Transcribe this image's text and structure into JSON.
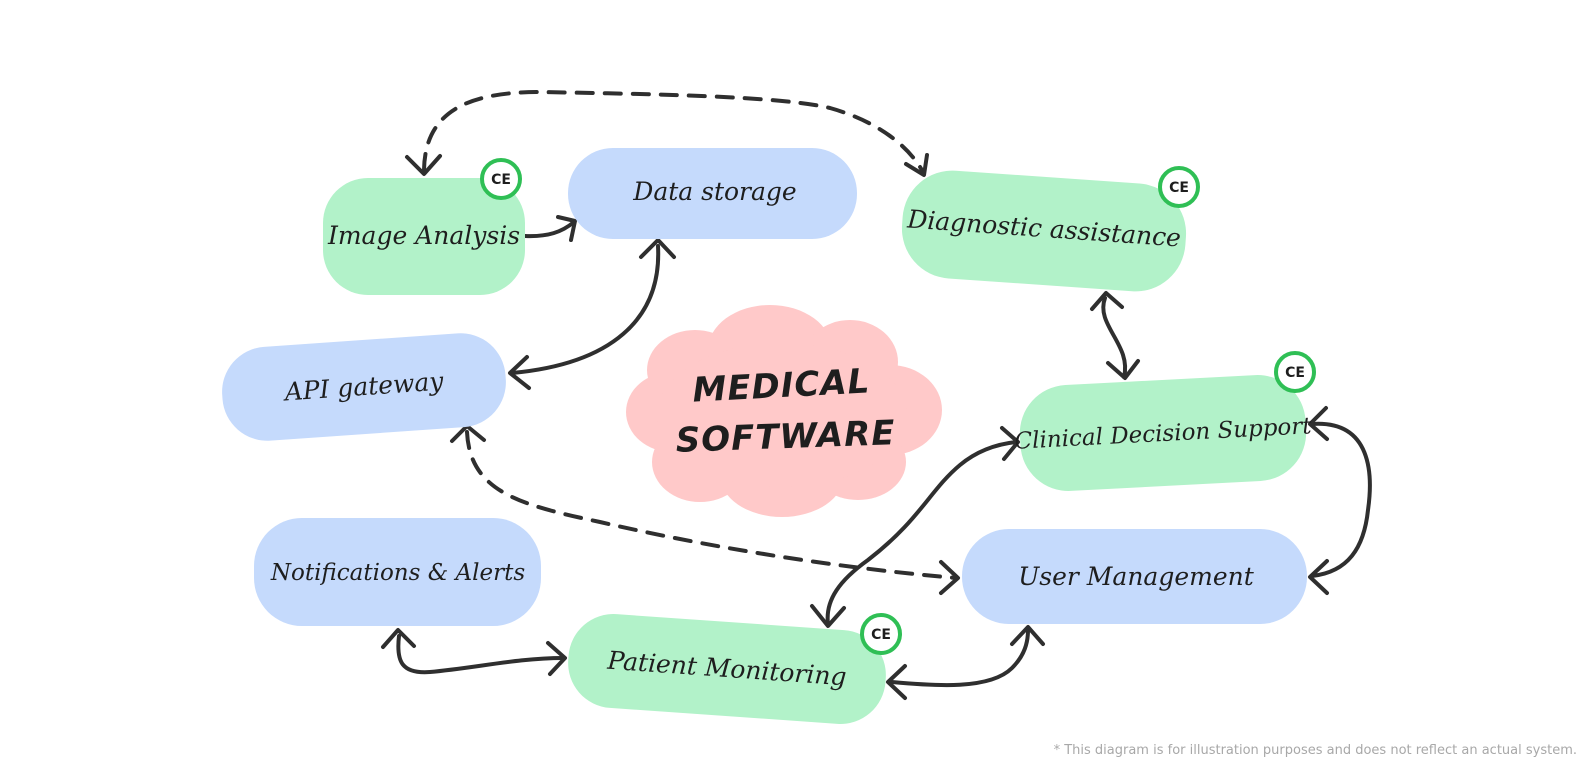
{
  "diagram": {
    "center": {
      "line1": "MEDICAL",
      "line2": "SOFTWARE",
      "color": "#ffc9c9"
    },
    "nodes": {
      "image_analysis": {
        "label": "Image Analysis",
        "color": "#b2f2c9",
        "ce_mark": true
      },
      "data_storage": {
        "label": "Data storage",
        "color": "#c5dafc",
        "ce_mark": false
      },
      "diagnostic_assistance": {
        "label": "Diagnostic assistance",
        "color": "#b2f2c9",
        "ce_mark": true
      },
      "api_gateway": {
        "label": "API gateway",
        "color": "#c5dafc",
        "ce_mark": false
      },
      "clinical_decision_support": {
        "label": "Clinical Decision Support",
        "color": "#b2f2c9",
        "ce_mark": true
      },
      "notifications_alerts": {
        "label": "Notifications & Alerts",
        "color": "#c5dafc",
        "ce_mark": false
      },
      "user_management": {
        "label": "User Management",
        "color": "#c5dafc",
        "ce_mark": false
      },
      "patient_monitoring": {
        "label": "Patient Monitoring",
        "color": "#b2f2c9",
        "ce_mark": true
      }
    },
    "ce_label": "CE",
    "ce_ring_color": "#2fbf55",
    "connector_color": "#2f2f2f",
    "connections": [
      {
        "from": "image_analysis",
        "to": "data_storage",
        "style": "solid",
        "direction": "forward"
      },
      {
        "from": "image_analysis",
        "to": "diagnostic_assistance",
        "style": "dashed",
        "direction": "both"
      },
      {
        "from": "data_storage",
        "to": "api_gateway",
        "style": "solid",
        "direction": "both"
      },
      {
        "from": "diagnostic_assistance",
        "to": "clinical_decision_support",
        "style": "solid",
        "direction": "both"
      },
      {
        "from": "api_gateway",
        "to": "user_management",
        "style": "dashed",
        "direction": "both"
      },
      {
        "from": "clinical_decision_support",
        "to": "user_management",
        "style": "solid",
        "direction": "both"
      },
      {
        "from": "patient_monitoring",
        "to": "clinical_decision_support",
        "style": "solid",
        "direction": "both"
      },
      {
        "from": "notifications_alerts",
        "to": "patient_monitoring",
        "style": "solid",
        "direction": "both"
      },
      {
        "from": "patient_monitoring",
        "to": "user_management",
        "style": "solid",
        "direction": "both"
      }
    ]
  },
  "footnote": "* This diagram is for illustration purposes and does not reflect an actual system."
}
